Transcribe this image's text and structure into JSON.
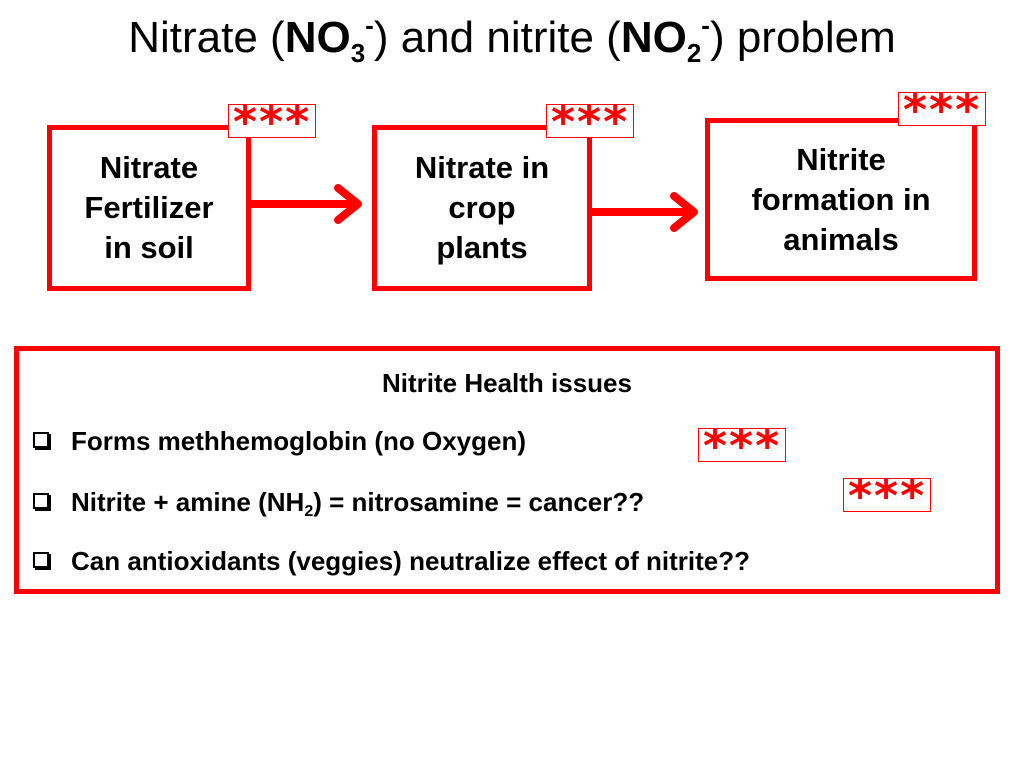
{
  "slide": {
    "title": {
      "part1": "Nitrate (",
      "no3_main": "NO",
      "no3_sub": "3",
      "no3_sup": "-",
      "part2": ") and nitrite (",
      "no2_main": "NO",
      "no2_sub": "2",
      "no2_sup": "-",
      "part3": ") problem"
    },
    "flow": [
      {
        "lines": [
          "Nitrate",
          "Fertilizer",
          "in soil"
        ]
      },
      {
        "lines": [
          "Nitrate in",
          "crop",
          "plants"
        ]
      },
      {
        "lines": [
          "Nitrite",
          "formation in",
          "animals"
        ]
      }
    ],
    "stars_label": "***",
    "health": {
      "title": "Nitrite Health issues",
      "issue1": "Forms methhemoglobin (no Oxygen)",
      "issue2_pre": "Nitrite + amine (NH",
      "issue2_sub": "2",
      "issue2_post": ") = nitrosamine = cancer??",
      "issue3": "Can antioxidants (veggies) neutralize effect of nitrite??"
    },
    "colors": {
      "accent": "#ff0000",
      "text": "#000000",
      "background": "#ffffff"
    }
  }
}
